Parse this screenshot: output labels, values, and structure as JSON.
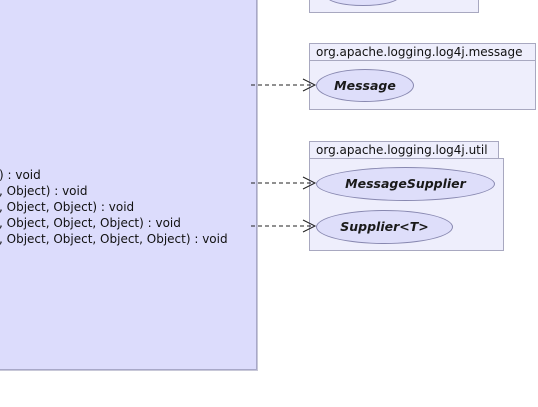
{
  "source_class": {
    "methods": [
      ") : void",
      ", Object) : void",
      ", Object, Object) : void",
      ", Object, Object, Object) : void",
      ", Object, Object, Object, Object) : void"
    ]
  },
  "packages": {
    "message": {
      "name": "org.apache.logging.log4j.message",
      "types": [
        "Message"
      ]
    },
    "util": {
      "name": "org.apache.logging.log4j.util",
      "types": [
        "MessageSupplier",
        "Supplier<T>"
      ]
    }
  },
  "edges": [
    {
      "from": "source_class",
      "to": "Message",
      "style": "dashed"
    },
    {
      "from": "source_class",
      "to": "MessageSupplier",
      "style": "dashed"
    },
    {
      "from": "source_class",
      "to": "Supplier<T>",
      "style": "dashed"
    }
  ]
}
